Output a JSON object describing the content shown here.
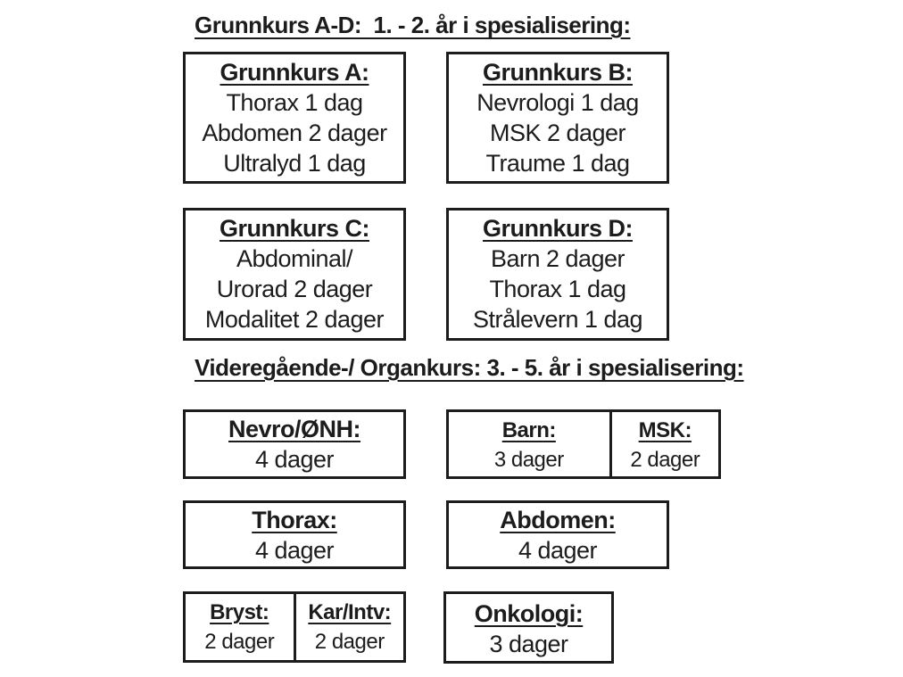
{
  "page": {
    "background": "#ffffff",
    "text_color": "#1c1c1c",
    "border_color": "#1c1c1c"
  },
  "sections": [
    {
      "title": "Grunnkurs A-D:  1. - 2. år i spesialisering:",
      "boxes": [
        {
          "heading": "Grunnkurs A:",
          "lines": [
            "Thorax 1 dag",
            "Abdomen 2 dager",
            "Ultralyd 1 dag"
          ]
        },
        {
          "heading": "Grunnkurs B:",
          "lines": [
            "Nevrologi 1 dag",
            "MSK 2 dager",
            "Traume 1 dag"
          ]
        },
        {
          "heading": "Grunnkurs C:",
          "lines": [
            "Abdominal/",
            "Urorad 2 dager",
            "Modalitet 2 dager"
          ]
        },
        {
          "heading": "Grunnkurs D:",
          "lines": [
            "Barn 2 dager",
            "Thorax 1 dag",
            "Strålevern 1 dag"
          ]
        }
      ]
    },
    {
      "title": "Videregående-/ Organkurs: 3. - 5. år i spesialisering:",
      "boxes": [
        {
          "heading": "Nevro/ØNH:",
          "lines": [
            "4 dager"
          ]
        },
        {
          "cells": [
            {
              "heading": "Barn:",
              "value": "3 dager"
            },
            {
              "heading": "MSK:",
              "value": "2 dager"
            }
          ]
        },
        {
          "heading": "Thorax:",
          "lines": [
            "4 dager"
          ]
        },
        {
          "heading": "Abdomen:",
          "lines": [
            "4 dager"
          ]
        },
        {
          "cells": [
            {
              "heading": "Bryst:",
              "value": "2 dager"
            },
            {
              "heading": "Kar/Intv:",
              "value": "2 dager"
            }
          ]
        },
        {
          "heading": "Onkologi:",
          "lines": [
            "3 dager"
          ]
        }
      ]
    }
  ]
}
